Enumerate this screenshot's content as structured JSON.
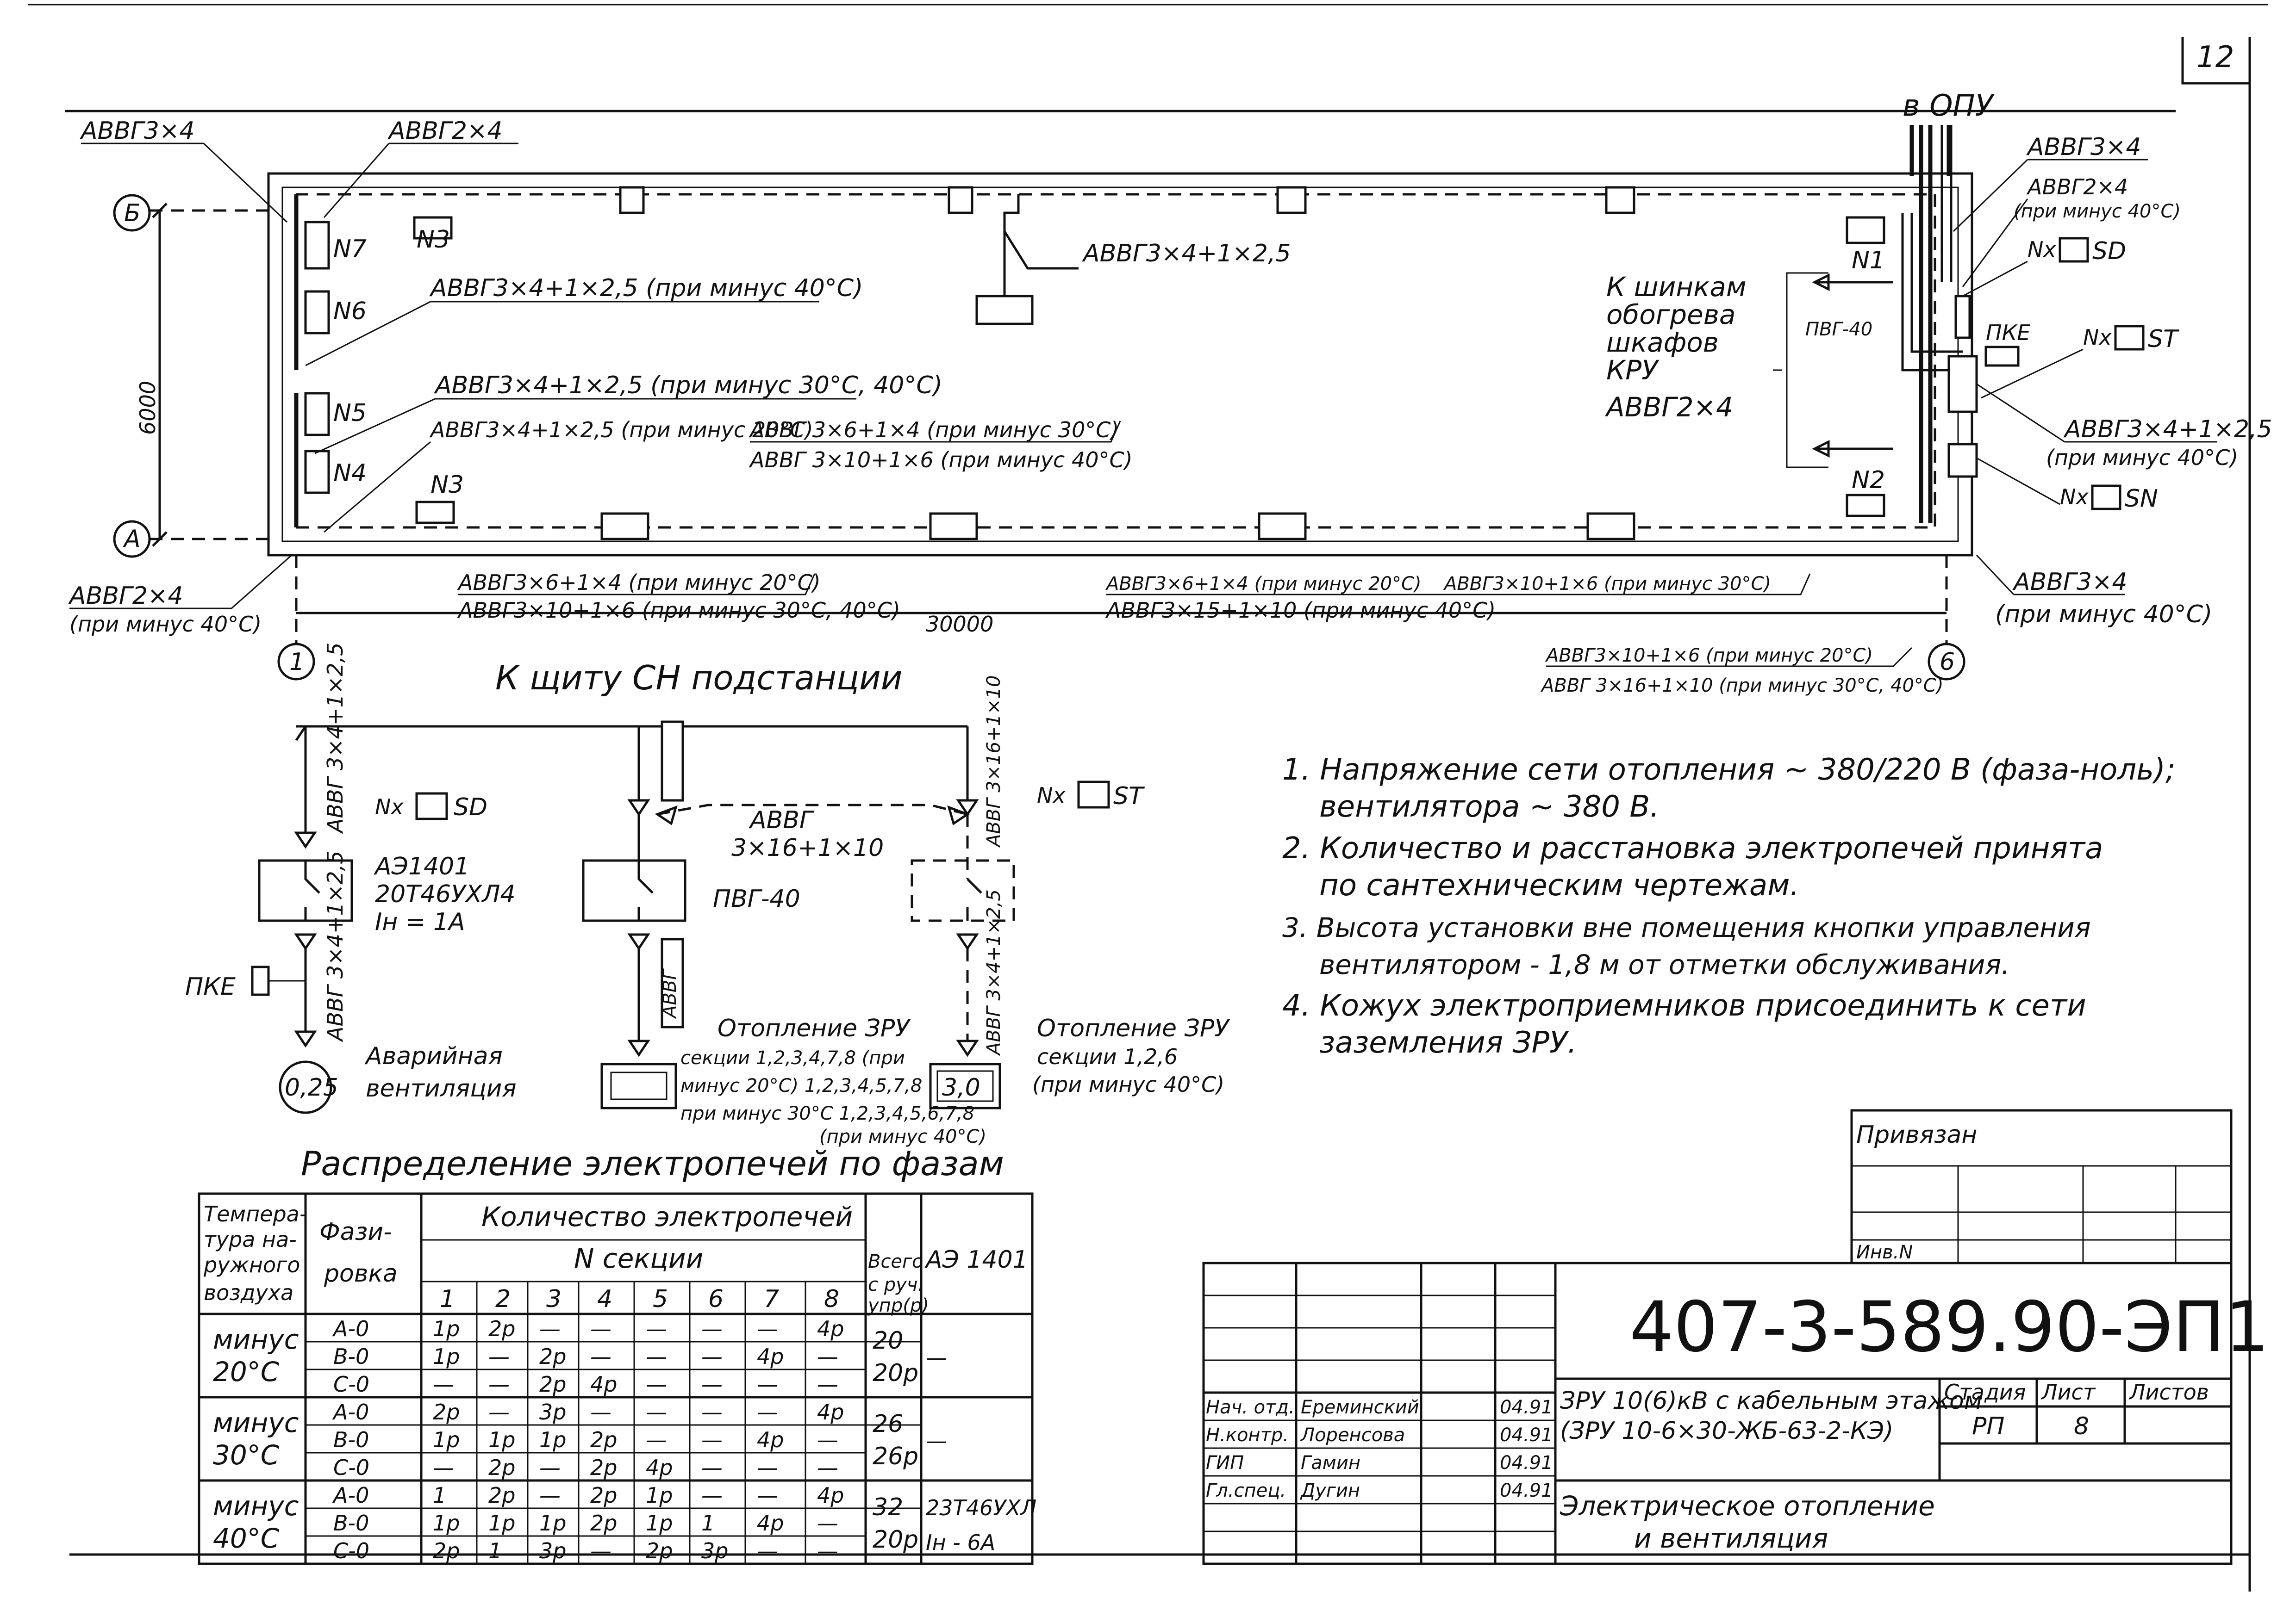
{
  "sheet": {
    "page_number": "12",
    "drawing_code": "407-3-589.90-ЭП1",
    "project_line1": "ЗРУ 10(6)кВ с кабельным этажом",
    "project_line2": "(ЗРУ 10-6×30-ЖБ-63-2-КЭ)",
    "sheet_title_line1": "Электрическое отопление",
    "sheet_title_line2": "и вентиляция",
    "stage_label": "Стадия",
    "stage_value": "РП",
    "sheet_label": "Лист",
    "sheet_value": "8",
    "sheets_label": "Листов",
    "bound_label": "Привязан",
    "inv_label": "Инв.N",
    "roles": [
      "Нач. отд.",
      "Н.контр.",
      "ГИП",
      "Гл.спец."
    ],
    "names": [
      "Ереминский",
      "Лоренсова",
      "Гамин",
      "Дугин"
    ],
    "dates": [
      "04.91",
      "04.91",
      "04.91",
      "04.91"
    ]
  },
  "plan": {
    "axis_b": "Б",
    "axis_a": "А",
    "axis_1": "1",
    "axis_6": "6",
    "dim_width": "6000",
    "dim_length": "30000",
    "to_opu": "в ОПУ",
    "heaters": [
      "N7",
      "N3",
      "N6",
      "N5",
      "N4",
      "N3",
      "N1",
      "N2"
    ],
    "cables": [
      "АВВГ3×4",
      "АВВГ2×4",
      "АВВГ3×4+1×2,5 (при минус 40°С)",
      "АВВГ3×4+1×2,5 (при минус 30°С, 40°С)",
      "АВВГ3×4+1×2,5 (при минус 20°С)",
      "АВВГ 3×6+1×4 (при минус 30°С)",
      "АВВГ 3×10+1×6 (при минус 40°С)",
      "АВВГ3×4+1×2,5",
      "АВВГ3×6+1×4 (при минус 20°С)",
      "АВВГ3×10+1×6 (при минус 30°С, 40°С)",
      "АВВГ3×6+1×4 (при минус 20°С)",
      "АВВГ3×10+1×6 (при минус 30°С)",
      "АВВГ3×15+1×10 (при минус 40°С)",
      "АВВГ3×10+1×6 (при минус 20°С)",
      "АВВГ 3×16+1×10 (при минус 30°С, 40°С)",
      "АВВГ2×4",
      "(при минус 40°С)",
      "АВВГ3×4",
      "АВВГ2×4",
      "(при минус 40°С)",
      "АВВГ3×4+1×2,5",
      "(при минус 40°С)",
      "АВВГ3×4",
      "(при минус 40°С)"
    ],
    "kru_note": [
      "К шинкам",
      "обогрева",
      "шкафов",
      "КРУ",
      "АВВГ2×4"
    ],
    "pbg": "ПВГ-40",
    "pke": "ПКЕ",
    "nx_sd": "Nx",
    "nx_st": "Nx",
    "nx_sn": "Nx",
    "sd": "SD",
    "st": "ST",
    "sn": "SN"
  },
  "scheme": {
    "title": "К щиту СН подстанции",
    "cable_a": "АВВГ 3×4+1×2,5",
    "cable_b": "АВВГ 3×4+1×2,5",
    "breaker": [
      "АЭ1401",
      "20Т46УХЛ4",
      "Iн = 1А"
    ],
    "pke": "ПКЕ",
    "fan_value": "0,25",
    "fan_label": [
      "Аварийная",
      "вентиляция"
    ],
    "nx_sd": "Nx",
    "sd": "SD",
    "cable_mid": [
      "АВВГ",
      "3×16+1×10"
    ],
    "cable_right": "АВВГ 3×16+1×10",
    "pbg": "ПВГ-40",
    "cable_right_low": "АВВГ 3×4+1×2,5",
    "nx_st": "Nx",
    "st": "ST",
    "heat1": [
      "Отопление ЗРУ",
      "секции 1,2,3,4,7,8 (при",
      "минус 20°С) 1,2,3,4,5,7,8",
      "при минус 30°С 1,2,3,4,5,6,7,8",
      "(при минус 40°С)"
    ],
    "heat2_value": "3,0",
    "heat2": [
      "Отопление ЗРУ",
      "секции 1,2,6",
      "(при минус 40°С)"
    ],
    "avvg": "АВВГ"
  },
  "notes": [
    "1. Напряжение сети отопления ~ 380/220 В (фаза-ноль);",
    "вентилятора ~ 380 В.",
    "2. Количество и расстановка электропечей принята",
    "по сантехническим чертежам.",
    "3. Высота установки вне помещения кнопки управления",
    "вентилятором - 1,8 м от отметки обслуживания.",
    "4. Кожух электроприемников присоединить к сети",
    "заземления ЗРУ."
  ],
  "table": {
    "title": "Распределение электропечей по фазам",
    "h_temp": [
      "Темпера-",
      "тура на-",
      "ружного",
      "воздуха"
    ],
    "h_phase": [
      "Фази-",
      "ровка"
    ],
    "h_count": "Количество электропечей",
    "h_section": "N секции",
    "h_total": [
      "Всего",
      "с руч.",
      "упр(р)"
    ],
    "h_breaker": "АЭ 1401",
    "sections": [
      "1",
      "2",
      "3",
      "4",
      "5",
      "6",
      "7",
      "8"
    ],
    "groups": [
      {
        "temp": [
          "минус",
          "20°С"
        ],
        "rows": [
          {
            "phase": "А-0",
            "cells": [
              "1р",
              "2р",
              "—",
              "—",
              "—",
              "—",
              "—",
              "4р"
            ]
          },
          {
            "phase": "В-0",
            "cells": [
              "1р",
              "—",
              "2р",
              "—",
              "—",
              "—",
              "4р",
              "—"
            ]
          },
          {
            "phase": "С-0",
            "cells": [
              "—",
              "—",
              "2р",
              "4р",
              "—",
              "—",
              "—",
              "—"
            ]
          }
        ],
        "total": [
          "20",
          "20р"
        ],
        "breaker": [
          "—"
        ]
      },
      {
        "temp": [
          "минус",
          "30°С"
        ],
        "rows": [
          {
            "phase": "А-0",
            "cells": [
              "2р",
              "—",
              "3р",
              "—",
              "—",
              "—",
              "—",
              "4р"
            ]
          },
          {
            "phase": "В-0",
            "cells": [
              "1р",
              "1р",
              "1р",
              "2р",
              "—",
              "—",
              "4р",
              "—"
            ]
          },
          {
            "phase": "С-0",
            "cells": [
              "—",
              "2р",
              "—",
              "2р",
              "4р",
              "—",
              "—",
              "—"
            ]
          }
        ],
        "total": [
          "26",
          "26р"
        ],
        "breaker": [
          "—"
        ]
      },
      {
        "temp": [
          "минус",
          "40°С"
        ],
        "rows": [
          {
            "phase": "А-0",
            "cells": [
              "1",
              "2р",
              "—",
              "2р",
              "1р",
              "—",
              "—",
              "4р"
            ]
          },
          {
            "phase": "В-0",
            "cells": [
              "1р",
              "1р",
              "1р",
              "2р",
              "1р",
              "1",
              "4р",
              "—"
            ]
          },
          {
            "phase": "С-0",
            "cells": [
              "2р",
              "1",
              "3р",
              "—",
              "2р",
              "3р",
              "—",
              "—"
            ]
          }
        ],
        "total": [
          "32",
          "20р"
        ],
        "breaker": [
          "23Т46УХЛ",
          "Iн - 6А"
        ]
      }
    ]
  }
}
